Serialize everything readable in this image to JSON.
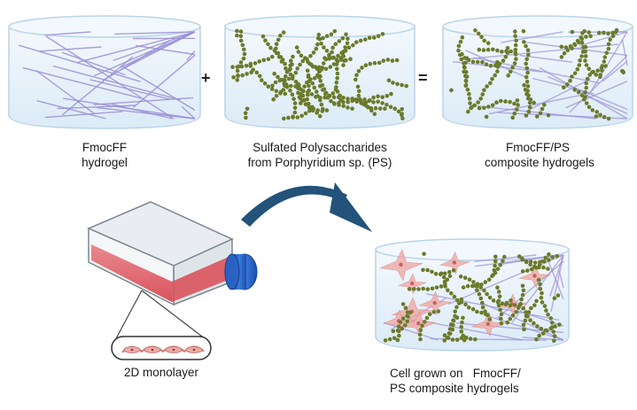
{
  "panels": [
    {
      "label_lines": [
        "FmocFF",
        "hydrogel"
      ]
    },
    {
      "label_lines": [
        "Sulfated Polysaccharides",
        "from Porphyridium sp. (PS)"
      ]
    },
    {
      "label_lines": [
        "FmocFF/PS",
        "composite hydrogels"
      ]
    }
  ],
  "operators": {
    "plus": "+",
    "equals": "="
  },
  "flask": {
    "monolayer_label": "2D monolayer"
  },
  "result": {
    "label_lines": [
      "Cell grown on   FmocFF/",
      "PS composite hydrogels"
    ]
  },
  "colors": {
    "fiber": "#9b8fd6",
    "bead": "#6b7a2a",
    "gel_fill": "#eaf3fb",
    "gel_edge": "#b9d4ea",
    "medium": "#e0606a",
    "cap": "#2a62c4",
    "arrow": "#23527a",
    "cell": "#f0a9a4"
  }
}
